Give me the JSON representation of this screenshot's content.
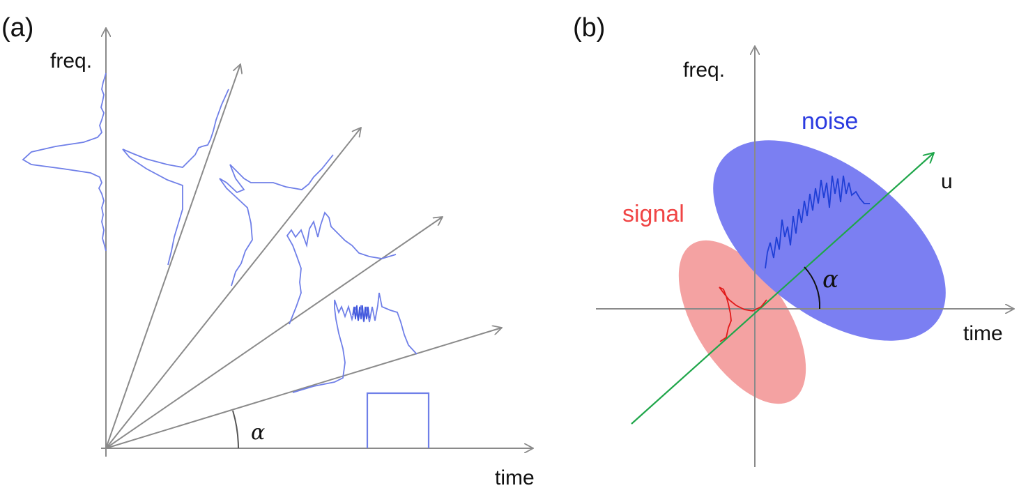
{
  "panel_a": {
    "label": "(a)",
    "y_axis_label": "freq.",
    "x_axis_label": "time",
    "angle_label": "α"
  },
  "panel_b": {
    "label": "(b)",
    "y_axis_label": "freq.",
    "x_axis_label": "time",
    "angle_label": "α",
    "rotated_axis_label": "u",
    "noise_label": "noise",
    "signal_label": "signal"
  },
  "colors": {
    "axis": "#8a8a8a",
    "trace": "#6f7fe8",
    "noise_fill": "#7b7ff2",
    "noise_trace": "#1f3fd6",
    "signal_fill": "#f4a2a2",
    "signal_trace": "#e11a1a",
    "u_axis": "#1fa64a",
    "noise_text": "#2b3be0",
    "signal_text": "#f04545"
  }
}
